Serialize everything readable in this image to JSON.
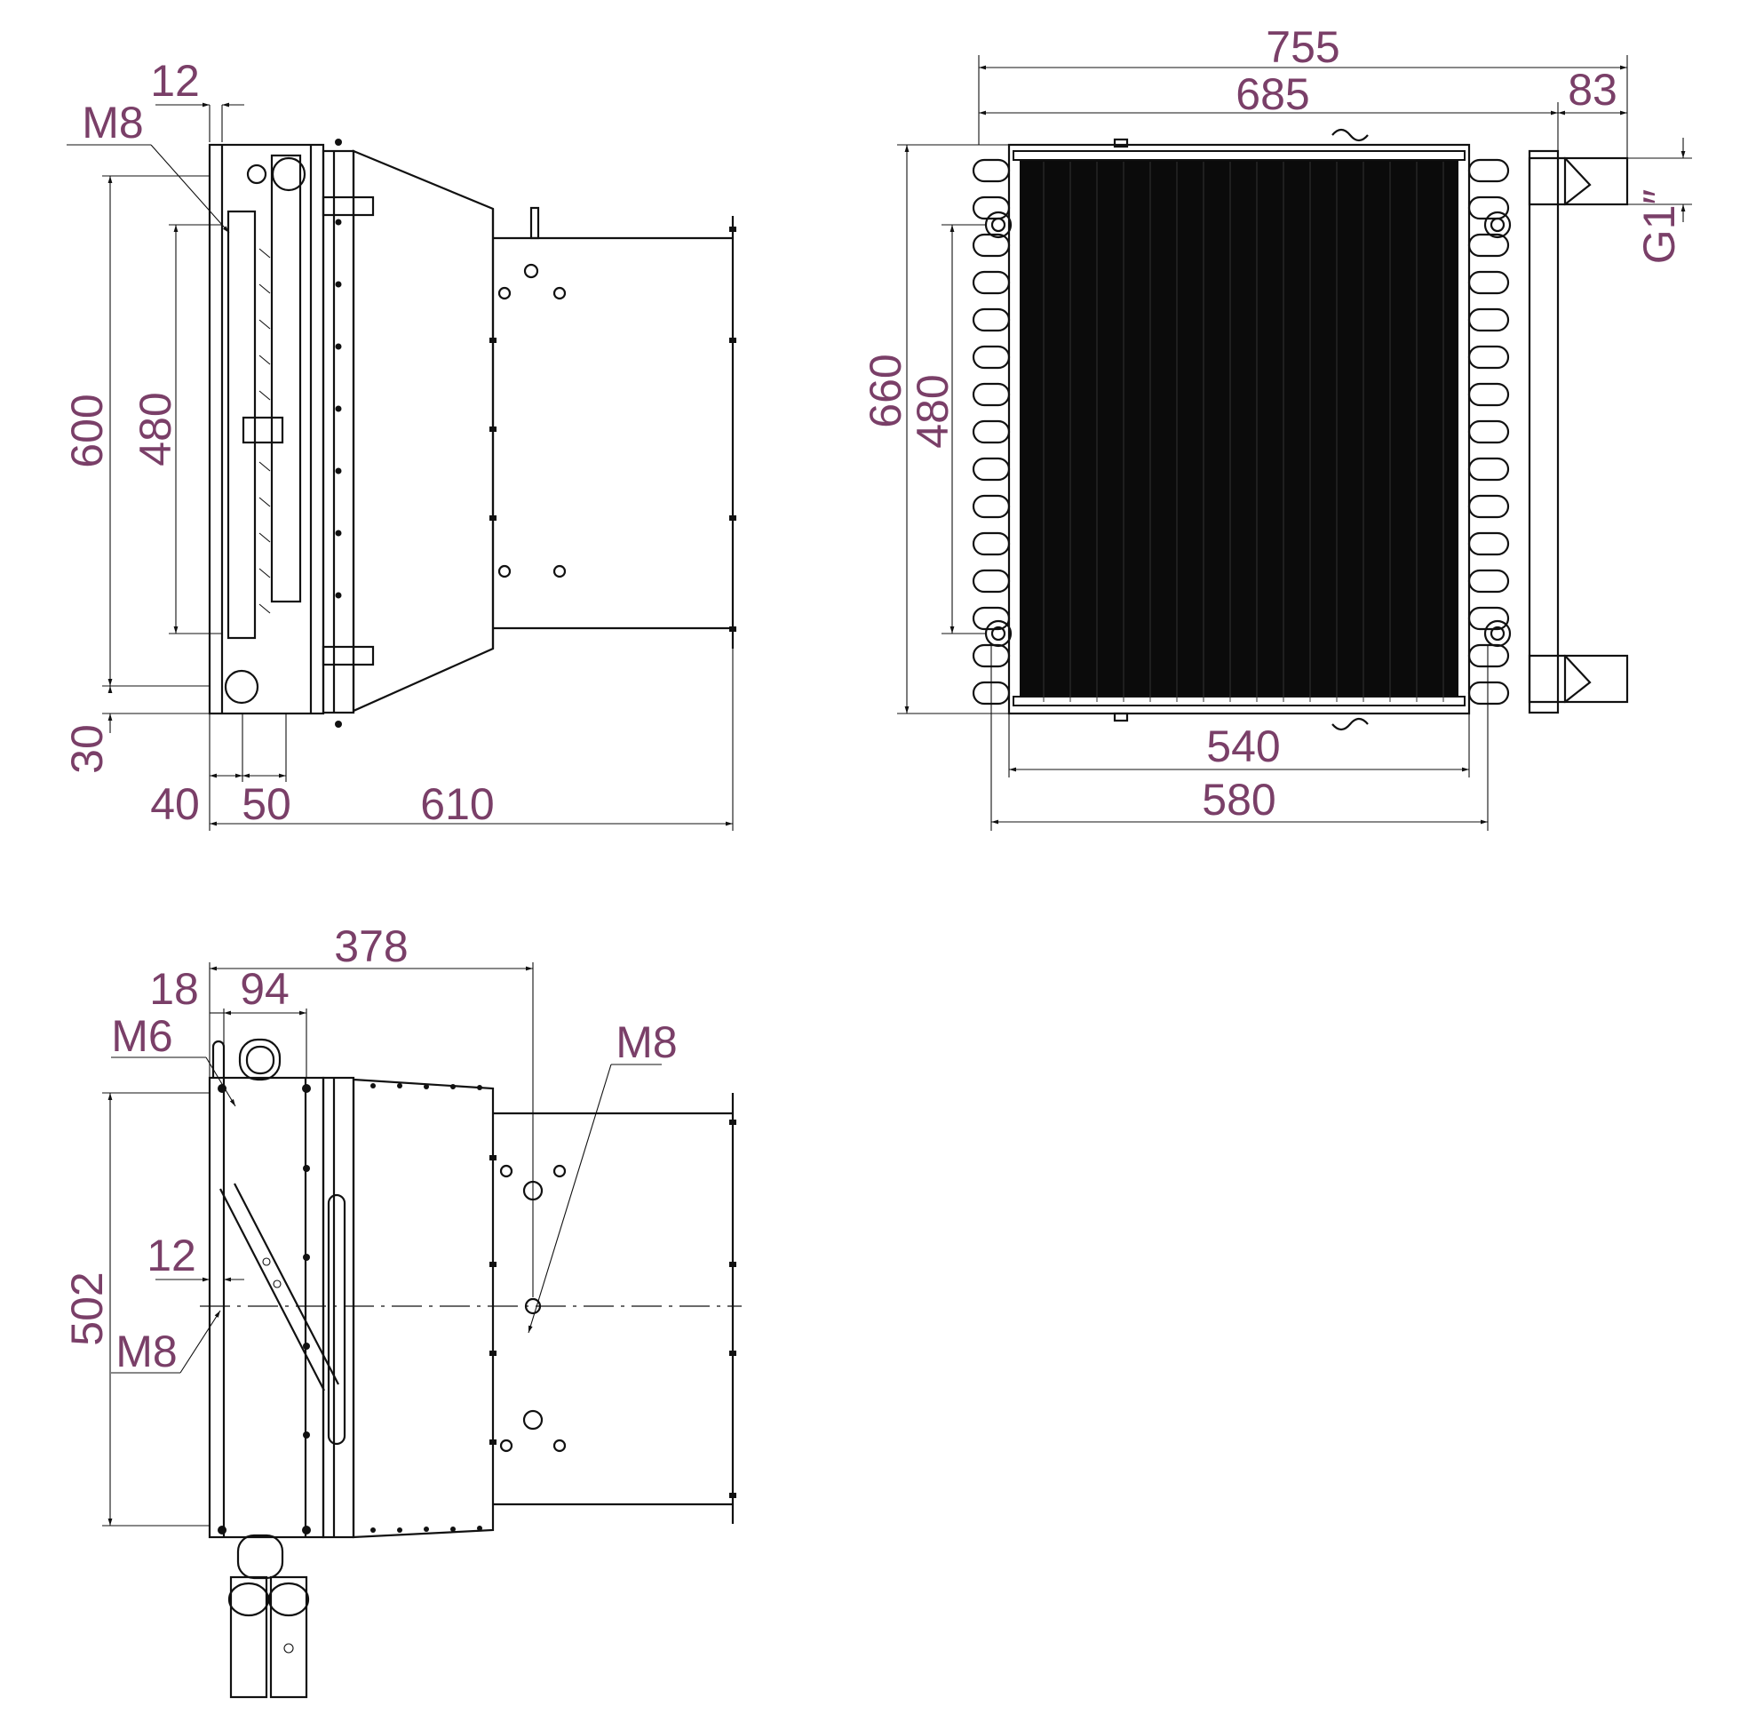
{
  "side_view": {
    "dims": {
      "d12": "12",
      "m8": "M8",
      "d600": "600",
      "d480": "480",
      "d30": "30",
      "d40": "40",
      "d50": "50",
      "d610": "610"
    }
  },
  "front_view": {
    "dims": {
      "d755": "755",
      "d685": "685",
      "d83": "83",
      "g1": "G1″",
      "d660": "660",
      "d480": "480",
      "d540": "540",
      "d580": "580"
    }
  },
  "top_view": {
    "dims": {
      "d378": "378",
      "d18": "18",
      "d94": "94",
      "m6": "M6",
      "m8_right": "M8",
      "d502": "502",
      "d12": "12",
      "m8_left": "M8"
    }
  }
}
